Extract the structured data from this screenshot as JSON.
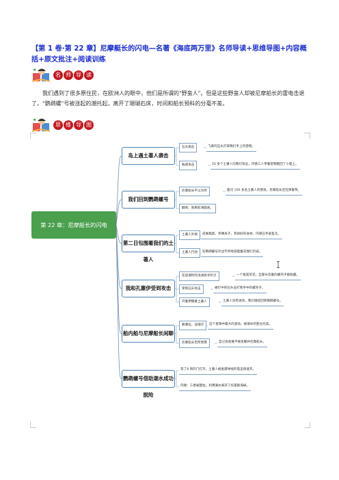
{
  "title": "【第 1 卷·第 22 章】尼摩艇长的闪电—名著《海底两万里》名师导读+思维导图+内容概括+原文批注+阅读训练",
  "sections": [
    {
      "chars": [
        "名",
        "师",
        "导",
        "读"
      ]
    },
    {
      "chars": [
        "思",
        "维",
        "导",
        "图"
      ]
    }
  ],
  "intro": "我们遇到了很多原住民，在欧洲人的眼中，他们是所谓的\"野蛮人\"。但是这些野蛮人却被尼摩船长的雷电击退了。\"鹦鹉螺\"号被涨起的潮托起，离开了珊瑚石床，时间和船长预料的分毫不差。",
  "mindmap": {
    "root": "第 22 章：尼摩船长的闪电",
    "branches": [
      {
        "label": "岛上遇土著人袭击",
        "items": [
          {
            "label": "石头袭击",
            "note": "飞来的石头打碎我们手上的猎物。"
          },
          {
            "label": "躲避攻击",
            "note": "20 多个土著人向我们攻击，内德三人带着猎物跑回了小艇上。"
          }
        ]
      },
      {
        "label": "我们回到鹦鹉螺号",
        "items": [
          {
            "label": "尼摩船长不以为然",
            "note": "面对 100 多名土著人的围攻，尼摩船长还在弹着琴。"
          },
          {
            "label": "翻阅、观看航海图表。",
            "note": ""
          }
        ]
      },
      {
        "label": "第二日包围着我们的土著人",
        "items": [
          {
            "label": "土著人外貌",
            "note": "皮肤黝黑，赤裸身子，有很好的身材，内德已手拿鱼叉。"
          },
          {
            "label": "土著人行动",
            "note": "在鹦鹉螺号外边不停地徘徊着向我们示威。"
          }
        ]
      },
      {
        "label": "我和孔塞伊受到攻击",
        "items": [
          {
            "label": "在退潮时的浅滩找寻珍贝",
            "note": "一个极其罕见，全部长反着的螺壳子被收藏。"
          },
          {
            "label": "受到石头攻击",
            "note": "被打中的石头击打到手中的螺壳子。"
          },
          {
            "label": "开着伊朗蒙土著人",
            "note": "土著人没有进攻，我们继续回到鹦鹉螺号。"
          }
        ]
      },
      {
        "label": "船内船与尼摩船长闲聊",
        "items": [
          {
            "label": "聊潮位，谈潮汐",
            "note": "这个星球中最大的波动，被潮水的变化托高。"
          },
          {
            "label": "尼摩船长无所畏惧",
            "note": "自己会逃难不被攻撃并尼摩船长。"
          }
        ]
      },
      {
        "label": "鹦鹉螺号借助潮水成功脱险",
        "items": [
          {
            "label": "等了8 到的门打开，土著人被金属导线的电击昏迷开。",
            "note": ""
          },
          {
            "label": "内德：三者被困住，利用潮水离开了托雷斯海峡。",
            "note": ""
          }
        ]
      }
    ]
  }
}
